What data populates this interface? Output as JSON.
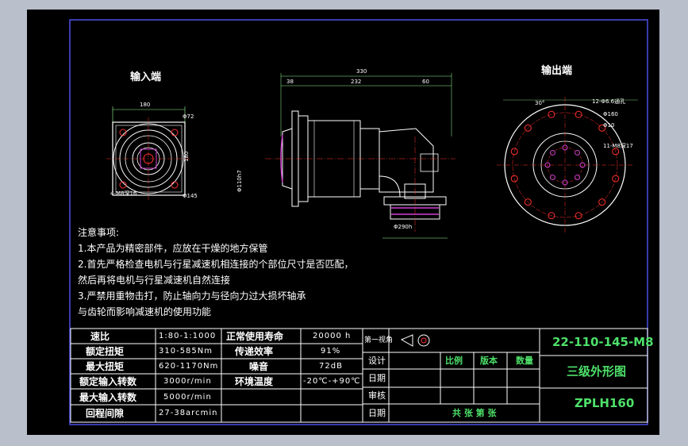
{
  "views": {
    "input_title": "输入端",
    "output_title": "输出端"
  },
  "dims": {
    "overall_length": "330",
    "left_seg": "38",
    "mid_seg": "232",
    "right_seg": "60",
    "input_width": "180",
    "input_dia": "Φ72",
    "input_height": "180",
    "input_hole": "Φ145",
    "input_bolt": "4-M8深16",
    "out_bolt_holes": "12-Φ6.6通孔",
    "out_dia1": "Φ160",
    "out_dia2": "Φ10",
    "out_thread": "11-M8深17",
    "out_angle": "30°",
    "base_dim": "Φ110h7",
    "shaft_dim": "Φ290h"
  },
  "notes": {
    "heading": "注意事项:",
    "line1": "1.本产品为精密部件，应放在干燥的地方保管",
    "line2": "2.首先严格检查电机与行星减速机相连接的个部位尺寸是否匹配，",
    "line3": "然后再将电机与行星减速机自然连接",
    "line4": "3.严禁用重物击打，防止轴向力与径向力过大损坏轴承",
    "line5": "与齿轮而影响减速机的使用功能"
  },
  "specs": [
    {
      "label": "速比",
      "value": "1:80-1:1000"
    },
    {
      "label": "额定扭矩",
      "value": "310-585Nm"
    },
    {
      "label": "最大扭矩",
      "value": "620-1170Nm"
    },
    {
      "label": "额定输入转数",
      "value": "3000r/min"
    },
    {
      "label": "最大输入转数",
      "value": "5000r/min"
    },
    {
      "label": "回程间隙",
      "value": "27-38arcmin"
    }
  ],
  "specs2": [
    {
      "label": "正常使用寿命",
      "value": "20000 h"
    },
    {
      "label": "传递效率",
      "value": "91%"
    },
    {
      "label": "噪音",
      "value": "72dB"
    },
    {
      "label": "环境温度",
      "value": "-20℃-+90℃"
    }
  ],
  "titleblock": {
    "projection": "第一视角",
    "design": "设计",
    "date1": "日期",
    "review": "审核",
    "date2": "日期",
    "scale": "比例",
    "version": "版本",
    "qty": "数量",
    "sheets": "共   张   第   张",
    "code": "22-110-145-M8",
    "name": "三级外形图",
    "model": "ZPLH160"
  },
  "colors": {
    "background": "#000000",
    "frame": "#4a4fe6",
    "line": "#ffffff",
    "accent": "#4ee06a",
    "red": "#ff3030",
    "magenta": "#d040d0",
    "border_outer": "#b9bfcb"
  }
}
